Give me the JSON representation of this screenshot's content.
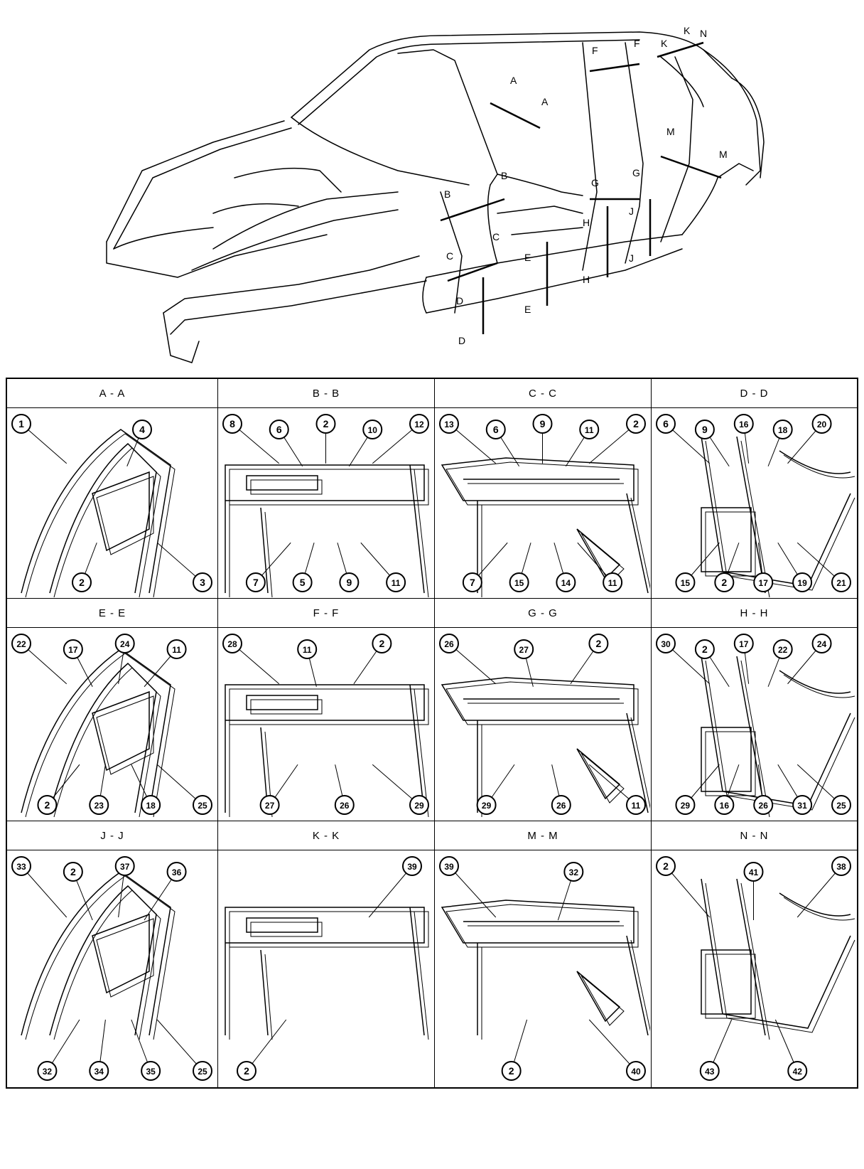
{
  "overview": {
    "markers": [
      {
        "id": "A",
        "label": "A"
      },
      {
        "id": "A2",
        "label": "A"
      },
      {
        "id": "B",
        "label": "B"
      },
      {
        "id": "B2",
        "label": "B"
      },
      {
        "id": "C",
        "label": "C"
      },
      {
        "id": "C2",
        "label": "C"
      },
      {
        "id": "D",
        "label": "D"
      },
      {
        "id": "D2",
        "label": "D"
      },
      {
        "id": "E",
        "label": "E"
      },
      {
        "id": "E2",
        "label": "E"
      },
      {
        "id": "F",
        "label": "F"
      },
      {
        "id": "F2",
        "label": "F"
      },
      {
        "id": "G",
        "label": "G"
      },
      {
        "id": "G2",
        "label": "G"
      },
      {
        "id": "H",
        "label": "H"
      },
      {
        "id": "H2",
        "label": "H"
      },
      {
        "id": "J",
        "label": "J"
      },
      {
        "id": "J2",
        "label": "J"
      },
      {
        "id": "K",
        "label": "K"
      },
      {
        "id": "K2",
        "label": "K"
      },
      {
        "id": "M",
        "label": "M"
      },
      {
        "id": "M2",
        "label": "M"
      },
      {
        "id": "N",
        "label": "N"
      }
    ]
  },
  "sections": [
    {
      "title": "A - A",
      "callouts": [
        "1",
        "2",
        "4",
        "3"
      ]
    },
    {
      "title": "B - B",
      "callouts": [
        "8",
        "7",
        "6",
        "5",
        "2",
        "9",
        "10",
        "11",
        "12"
      ]
    },
    {
      "title": "C - C",
      "callouts": [
        "13",
        "7",
        "6",
        "15",
        "9",
        "14",
        "11",
        "11",
        "2"
      ]
    },
    {
      "title": "D - D",
      "callouts": [
        "6",
        "15",
        "9",
        "2",
        "16",
        "17",
        "18",
        "19",
        "20",
        "21"
      ]
    },
    {
      "title": "E - E",
      "callouts": [
        "22",
        "2",
        "17",
        "23",
        "24",
        "18",
        "11",
        "25"
      ]
    },
    {
      "title": "F - F",
      "callouts": [
        "28",
        "27",
        "11",
        "26",
        "2",
        "29"
      ]
    },
    {
      "title": "G - G",
      "callouts": [
        "26",
        "29",
        "27",
        "26",
        "2",
        "11"
      ]
    },
    {
      "title": "H - H",
      "callouts": [
        "30",
        "29",
        "2",
        "16",
        "17",
        "26",
        "22",
        "31",
        "24",
        "25"
      ]
    },
    {
      "title": "J - J",
      "callouts": [
        "33",
        "32",
        "2",
        "34",
        "37",
        "35",
        "36",
        "25"
      ]
    },
    {
      "title": "K - K",
      "callouts": [
        "39",
        "2"
      ]
    },
    {
      "title": "M - M",
      "callouts": [
        "39",
        "2",
        "32",
        "40"
      ]
    },
    {
      "title": "N - N",
      "callouts": [
        "2",
        "43",
        "41",
        "42",
        "38"
      ]
    }
  ]
}
